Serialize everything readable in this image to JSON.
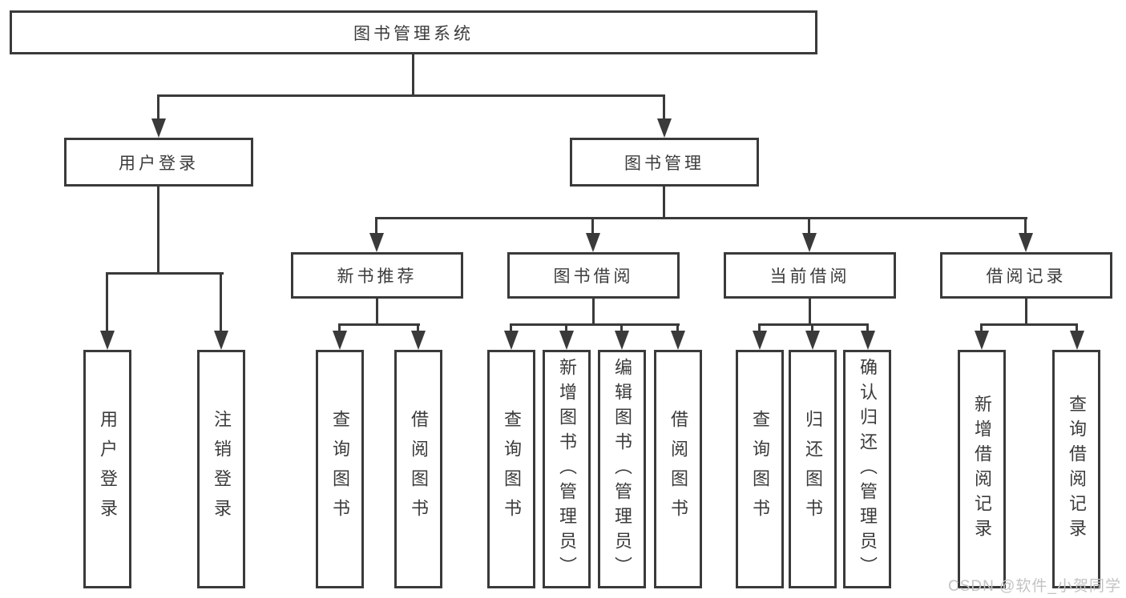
{
  "tree": {
    "root": {
      "label": "图书管理系统"
    },
    "branches": [
      {
        "label": "用户登录",
        "leaves": [
          {
            "label": "用户登录"
          },
          {
            "label": "注销登录"
          }
        ]
      },
      {
        "label": "图书管理",
        "groups": [
          {
            "label": "新书推荐",
            "leaves": [
              {
                "label": "查询图书"
              },
              {
                "label": "借阅图书"
              }
            ]
          },
          {
            "label": "图书借阅",
            "leaves": [
              {
                "label": "查询图书"
              },
              {
                "label": "新增图书（管理员）"
              },
              {
                "label": "编辑图书（管理员）"
              },
              {
                "label": "借阅图书"
              }
            ]
          },
          {
            "label": "当前借阅",
            "leaves": [
              {
                "label": "查询图书"
              },
              {
                "label": "归还图书"
              },
              {
                "label": "确认归还（管理员）"
              }
            ]
          },
          {
            "label": "借阅记录",
            "leaves": [
              {
                "label": "新增借阅记录"
              },
              {
                "label": "查询借阅记录"
              }
            ]
          }
        ]
      }
    ]
  },
  "watermark": {
    "text": "CSDN @软件_小贺同学"
  },
  "colors": {
    "line": "#3a3a3a",
    "text": "#3b3b3b",
    "watermark": "#c3c3c3",
    "background": "#ffffff"
  }
}
